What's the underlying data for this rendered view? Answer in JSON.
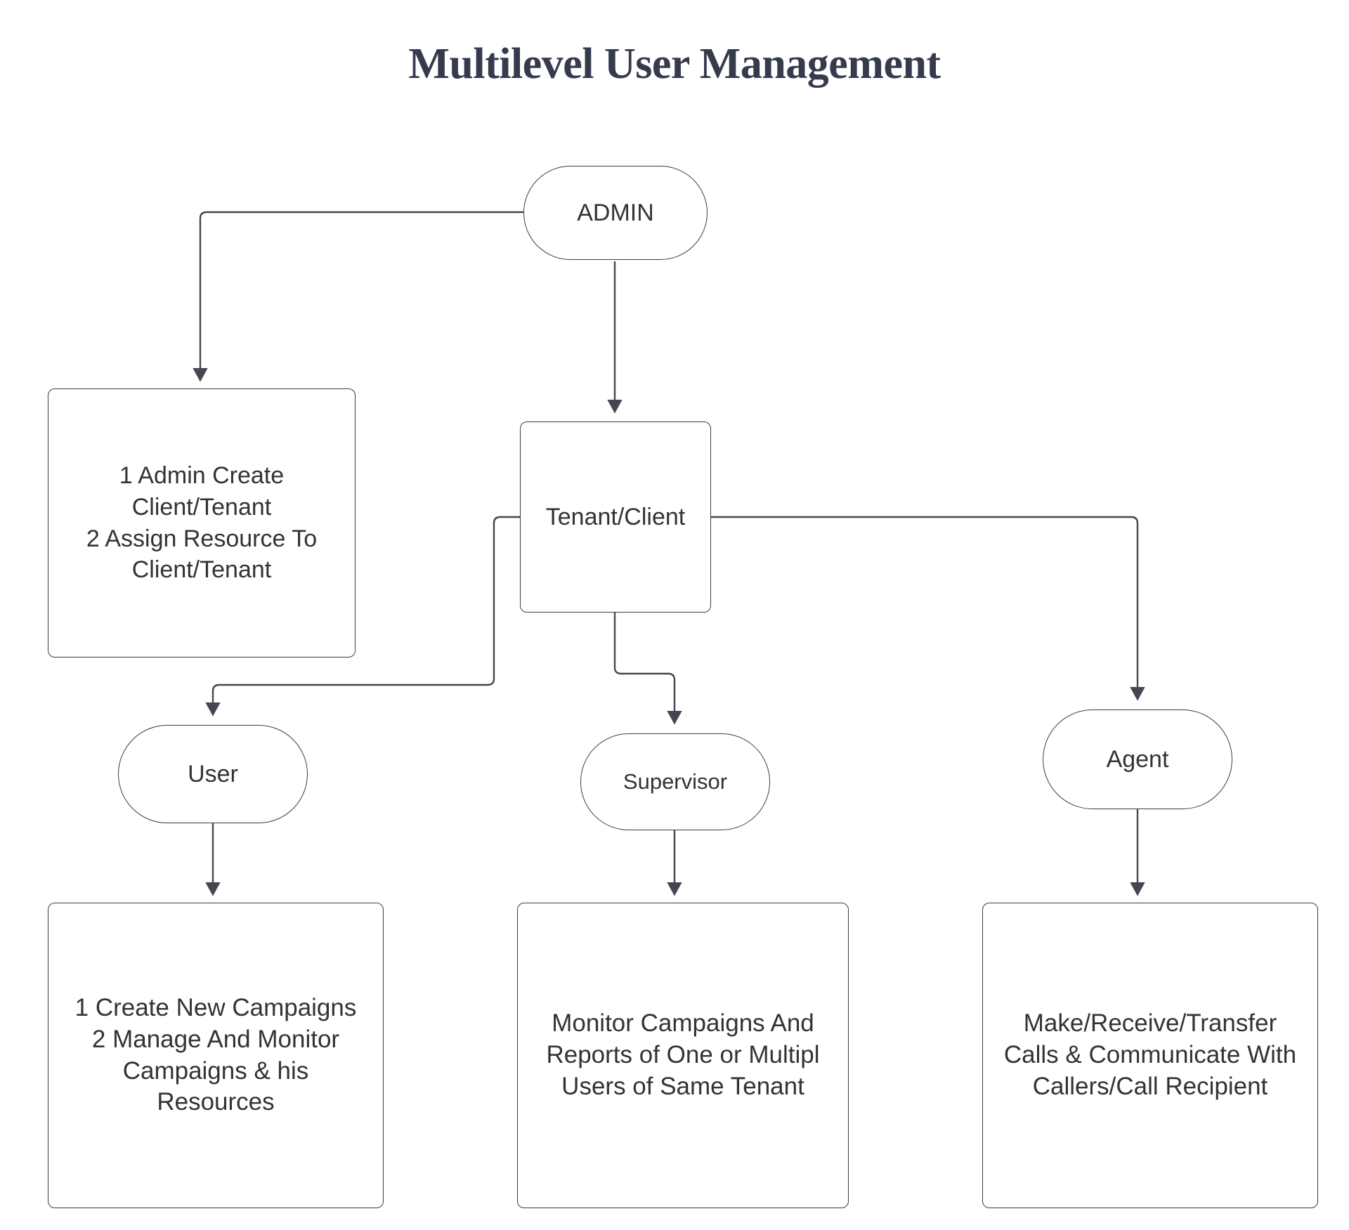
{
  "diagram": {
    "title": "Multilevel User Management",
    "colors": {
      "title_text": "#353b4d",
      "node_stroke": "#3c3c3c",
      "node_fill": "#ffffff",
      "node_text": "#333333",
      "edge_stroke": "#44474f",
      "background": "#ffffff"
    },
    "nodes": {
      "admin": {
        "label": "ADMIN",
        "shape": "stadium"
      },
      "admin_detail": {
        "label": "1 Admin Create\nClient/Tenant\n2  Assign Resource To\nClient/Tenant",
        "shape": "rounded-rect"
      },
      "tenant": {
        "label": "Tenant/Client",
        "shape": "rounded-rect"
      },
      "user": {
        "label": "User",
        "shape": "stadium"
      },
      "supervisor": {
        "label": "Supervisor",
        "shape": "stadium"
      },
      "agent": {
        "label": "Agent",
        "shape": "stadium"
      },
      "user_detail": {
        "label": "1 Create New Campaigns\n2 Manage And Monitor\nCampaigns & his\nResources",
        "shape": "rounded-rect"
      },
      "supervisor_detail": {
        "label": "Monitor Campaigns And\nReports of One or Multipl\nUsers of Same Tenant",
        "shape": "rounded-rect"
      },
      "agent_detail": {
        "label": "Make/Receive/Transfer\nCalls & Communicate With\nCallers/Call Recipient",
        "shape": "rounded-rect"
      }
    },
    "edges": [
      {
        "name": "admin-to-admin-detail",
        "from": "admin",
        "to": "admin_detail"
      },
      {
        "name": "admin-to-tenant",
        "from": "admin",
        "to": "tenant"
      },
      {
        "name": "tenant-to-user",
        "from": "tenant",
        "to": "user"
      },
      {
        "name": "tenant-to-supervisor",
        "from": "tenant",
        "to": "supervisor"
      },
      {
        "name": "tenant-to-agent",
        "from": "tenant",
        "to": "agent"
      },
      {
        "name": "user-to-user-detail",
        "from": "user",
        "to": "user_detail"
      },
      {
        "name": "supervisor-to-supervisor-detail",
        "from": "supervisor",
        "to": "supervisor_detail"
      },
      {
        "name": "agent-to-agent-detail",
        "from": "agent",
        "to": "agent_detail"
      }
    ]
  }
}
